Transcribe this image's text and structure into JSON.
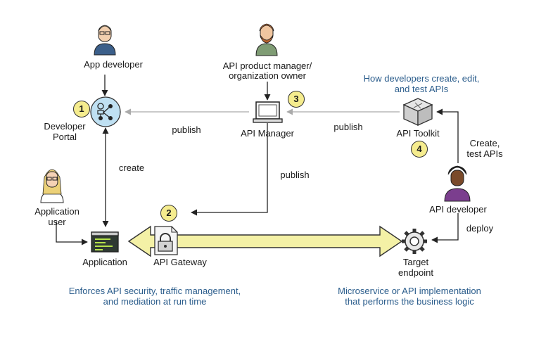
{
  "people": {
    "app_developer": "App developer",
    "product_manager": [
      "API product manager/",
      "organization owner"
    ],
    "application_user": [
      "Application",
      "user"
    ],
    "api_developer": "API developer"
  },
  "components": {
    "developer_portal": [
      "Developer",
      "Portal"
    ],
    "api_manager": "API Manager",
    "api_toolkit": "API Toolkit",
    "application": "Application",
    "api_gateway": "API Gateway",
    "target_endpoint": [
      "Target",
      "endpoint"
    ]
  },
  "badges": {
    "portal": "1",
    "gateway": "2",
    "manager": "3",
    "toolkit": "4"
  },
  "arrows": {
    "publish_portal": "publish",
    "publish_toolkit": "publish",
    "publish_gateway": "publish",
    "create": "create",
    "create_test": [
      "Create,",
      "test APIs"
    ],
    "deploy": "deploy"
  },
  "notes": {
    "toolkit": [
      "How developers create, edit,",
      "and test APIs"
    ],
    "gateway": [
      "Enforces API security, traffic management,",
      "and mediation at run time"
    ],
    "endpoint": [
      "Microservice or API implementation",
      "that performs the business logic"
    ]
  },
  "colors": {
    "note_text": "#2b5d8c",
    "badge_fill": "#f5ec8e",
    "arrow_fill": "#f4f1a6",
    "portal_fill": "#bfe0f2"
  }
}
